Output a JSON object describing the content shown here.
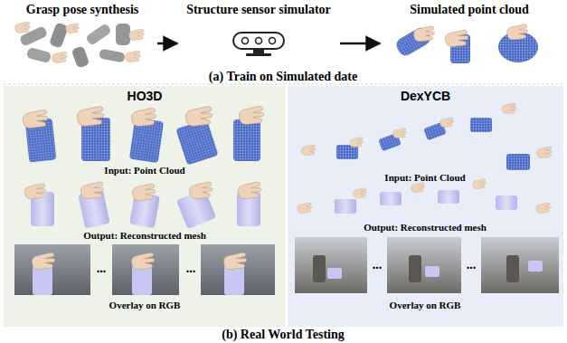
{
  "diagram": {
    "nodes": [
      {
        "text": [
          "Grasp pose synthesis"
        ]
      },
      {
        "text": [
          "Structure sensor simulator"
        ]
      },
      {
        "text": [
          "Simulated point cloud"
        ]
      },
      {
        "text": [
          "HO3D"
        ]
      },
      {
        "text": [
          "DexYCB"
        ]
      }
    ],
    "edges": [
      {
        "from": 0,
        "to": 1,
        "arrow": "to"
      },
      {
        "from": 1,
        "to": 2,
        "arrow": "to"
      }
    ],
    "labels": [
      "(a) Train on Simulated date",
      "Input: Point Cloud",
      "Output: Reconstructed mesh",
      "Overlay on RGB",
      "Input: Point Cloud",
      "Output: Reconstructed mesh",
      "Overlay on RGB",
      "(b) Real World Testing",
      "...",
      "...",
      "...",
      "..."
    ]
  }
}
